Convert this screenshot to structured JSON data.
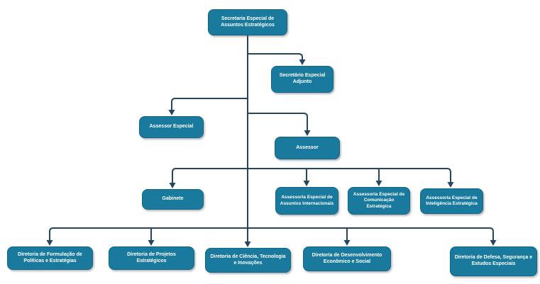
{
  "diagram": {
    "type": "org-chart",
    "title": "Secretaria Especial de Assuntos Estratégicos",
    "nodes": {
      "secretaria": "Secretaria Especial de Assuntos Estratégicos",
      "adjunto": "Secretário Especial Adjunto",
      "assessor_especial": "Assessor Especial",
      "assessor": "Assessor",
      "gabinete": "Gabinete",
      "internacionais": "Assessoria Especial de Assuntos Internacionais",
      "comunicacao": "Assessoria Especial de Comunicação Estratégica",
      "inteligencia": "Assessoria Especial de Inteligência Estratégica",
      "formulacao": "Diretoria de Formulação de Políticas e Estratégias",
      "projetos": "Diretoria de Projetos Estratégicos",
      "ciencia": "Diretoria de Ciência, Tecnologia e Inovações",
      "desenvolvimento": "Diretoria de Desenvolvimento Econômico e Social",
      "defesa": "Diretoria de Defesa, Segurança e Estudos Especiais"
    },
    "edges": [
      [
        "secretaria",
        "adjunto"
      ],
      [
        "secretaria",
        "assessor_especial"
      ],
      [
        "secretaria",
        "assessor"
      ],
      [
        "secretaria",
        "gabinete"
      ],
      [
        "secretaria",
        "internacionais"
      ],
      [
        "secretaria",
        "comunicacao"
      ],
      [
        "secretaria",
        "inteligencia"
      ],
      [
        "secretaria",
        "formulacao"
      ],
      [
        "secretaria",
        "projetos"
      ],
      [
        "secretaria",
        "ciencia"
      ],
      [
        "secretaria",
        "desenvolvimento"
      ],
      [
        "secretaria",
        "defesa"
      ]
    ],
    "colors": {
      "node_fill": "#1a7a9e",
      "node_border": "#12658a",
      "node_text": "#ffffff",
      "connector": "#24465f",
      "background": "#ffffff"
    }
  }
}
